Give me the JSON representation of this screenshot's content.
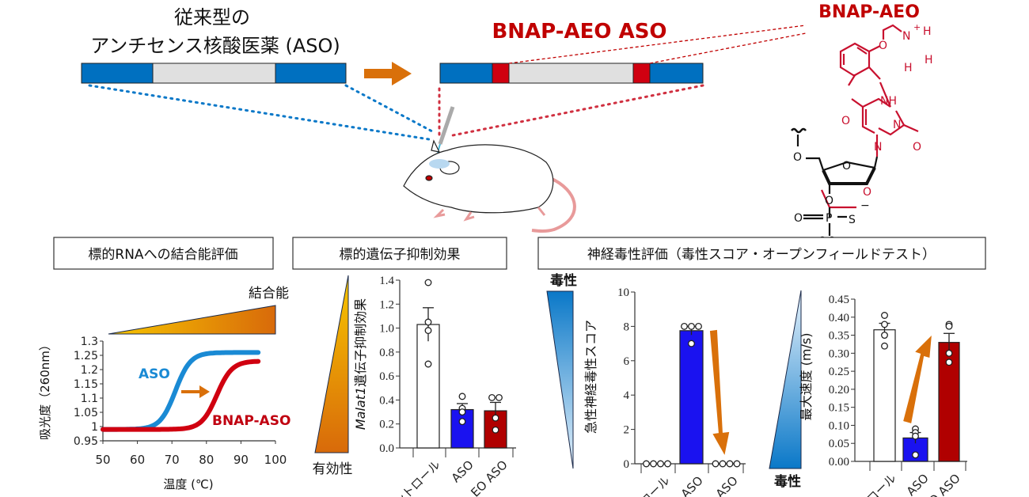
{
  "header": {
    "conventional_line1": "従来型の",
    "conventional_line2": "アンチセンス核酸医薬 (ASO)",
    "new_aso_label": "BNAP-AEO ASO",
    "modification_label": "BNAP-AEO"
  },
  "structure": {
    "atoms": {
      "nh3_n": "N",
      "h1": "H",
      "h2": "H",
      "h3": "H",
      "plus": "+",
      "o_ether": "O",
      "nh": "NH",
      "o_ring": "O",
      "n1": "N",
      "n2": "N",
      "o_carbonyl": "O",
      "o5": "O",
      "o_sugar": "O",
      "o_bridge": "O",
      "o3": "O",
      "p": "P",
      "o_p": "O",
      "s": "S",
      "minus": "−"
    }
  },
  "sections": {
    "binding": "標的RNAへの結合能評価",
    "knockdown": "標的遺伝子抑制効果",
    "toxicity": "神経毒性評価（毒性スコア・オープンフィールドテスト）"
  },
  "gradients": {
    "binding_label": "結合能",
    "efficacy_label": "有効性",
    "toxicity_label_top": "毒性",
    "toxicity_label_bottom": "毒性"
  },
  "colors": {
    "aso_blue": "#0070c0",
    "bnap_red": "#c00000",
    "arrow_orange": "#d9700a",
    "bar_blue": "#1a12f0",
    "bar_red": "#b00000",
    "grey_segment": "#e0e0e0"
  },
  "chart_data": [
    {
      "type": "line",
      "xlabel": "温度 (℃)",
      "ylabel": "吸光度（260nm）",
      "xlim": [
        50,
        100
      ],
      "ylim": [
        0.95,
        1.3
      ],
      "xticks": [
        "50",
        "60",
        "70",
        "80",
        "90",
        "100"
      ],
      "yticks": [
        "0.95",
        "1",
        "1.05",
        "1.1",
        "1.15",
        "1.2",
        "1.25",
        "1.3"
      ],
      "series": [
        {
          "name": "ASO",
          "color": "#1a8ad4",
          "tm": 71,
          "low": 0.99,
          "high": 1.26,
          "x": [
            50,
            55,
            60,
            65,
            68,
            70,
            72,
            74,
            76,
            80,
            85,
            90,
            95
          ],
          "y": [
            0.99,
            0.99,
            0.995,
            1.005,
            1.04,
            1.1,
            1.17,
            1.23,
            1.245,
            1.25,
            1.255,
            1.258,
            1.26
          ]
        },
        {
          "name": "BNAP-ASO",
          "color": "#d00010",
          "tm": 83,
          "low": 0.99,
          "high": 1.23,
          "x": [
            50,
            55,
            60,
            65,
            70,
            75,
            78,
            80,
            82,
            84,
            86,
            88,
            90,
            95
          ],
          "y": [
            0.99,
            0.99,
            0.995,
            1.0,
            1.005,
            1.015,
            1.03,
            1.06,
            1.1,
            1.14,
            1.18,
            1.21,
            1.22,
            1.23
          ]
        }
      ]
    },
    {
      "type": "bar",
      "ylabel_italic": "Malat1",
      "ylabel": "遺伝子抑制効果",
      "ylim": [
        0,
        1.4
      ],
      "yticks": [
        "0.0",
        "0.2",
        "0.4",
        "0.6",
        "0.8",
        "1.0",
        "1.2",
        "1.4"
      ],
      "categories": [
        "ントロール",
        "ASO",
        "EO ASO"
      ],
      "values": [
        1.03,
        0.32,
        0.31
      ],
      "errors": [
        0.14,
        0.05,
        0.07
      ],
      "points": [
        [
          1.38,
          1.05,
          0.98,
          0.7
        ],
        [
          0.43,
          0.33,
          0.3,
          0.22
        ],
        [
          0.42,
          0.42,
          0.25,
          0.15
        ]
      ],
      "bar_colors": [
        "#ffffff",
        "#1a12f0",
        "#b00000"
      ]
    },
    {
      "type": "bar",
      "ylabel": "急性神経毒性スコア",
      "ylim": [
        0,
        10
      ],
      "yticks": [
        "0",
        "2",
        "4",
        "6",
        "8",
        "10"
      ],
      "categories": [
        "ロール",
        "ASO",
        "ASO"
      ],
      "values": [
        0,
        7.75,
        0
      ],
      "errors": [
        0,
        0.25,
        0
      ],
      "points": [
        [
          0,
          0,
          0,
          0
        ],
        [
          8,
          8,
          8,
          7
        ],
        [
          0,
          0,
          0,
          0
        ]
      ],
      "bar_colors": [
        "#ffffff",
        "#1a12f0",
        "#b00000"
      ]
    },
    {
      "type": "bar",
      "ylabel": "最大速度 (m/s)",
      "ylim": [
        0,
        0.45
      ],
      "yticks": [
        "0.00",
        "0.05",
        "0.10",
        "0.15",
        "0.20",
        "0.25",
        "0.30",
        "0.35",
        "0.40",
        "0.45"
      ],
      "categories": [
        "ロール",
        "ASO",
        "O ASO"
      ],
      "values": [
        0.365,
        0.065,
        0.33
      ],
      "errors": [
        0.018,
        0.015,
        0.025
      ],
      "points": [
        [
          0.405,
          0.38,
          0.35,
          0.32
        ],
        [
          0.09,
          0.08,
          0.07,
          0.018
        ],
        [
          0.38,
          0.375,
          0.3,
          0.275
        ]
      ],
      "bar_colors": [
        "#ffffff",
        "#1a12f0",
        "#b00000"
      ]
    }
  ]
}
